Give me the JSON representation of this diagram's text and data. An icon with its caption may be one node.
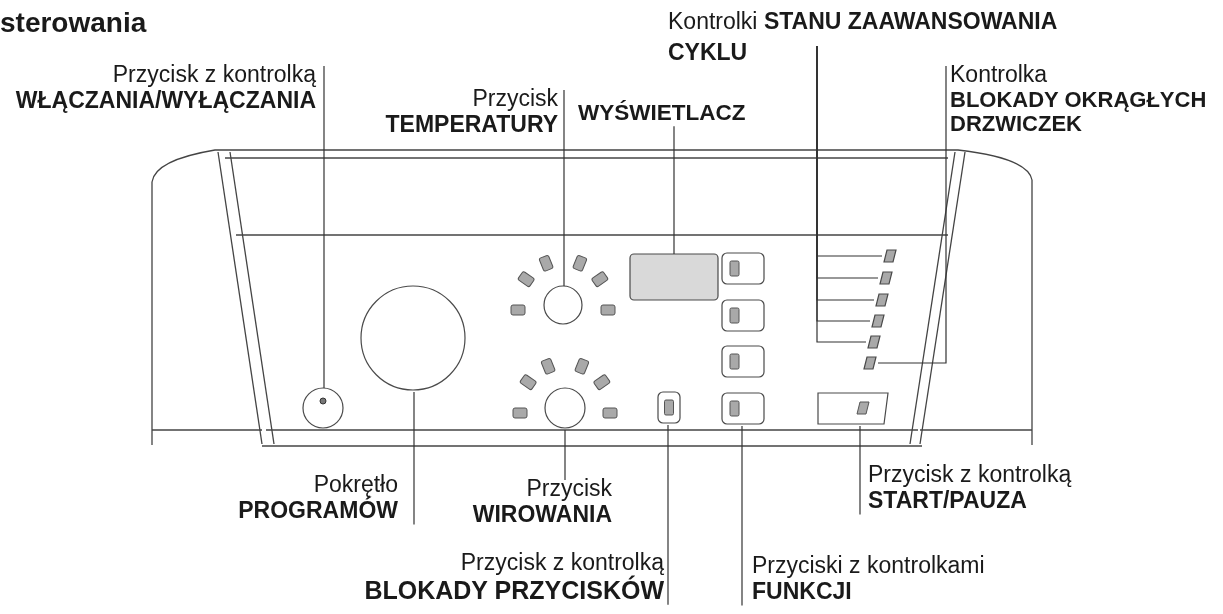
{
  "diagram": {
    "title": "sterowania",
    "nodes": [
      {
        "text": [
          "Przycisk z kontrolką",
          "WŁĄCZANIA/WYŁĄCZANIA"
        ]
      },
      {
        "text": [
          "Przycisk",
          "TEMPERATURY"
        ]
      },
      {
        "text": [
          "WYŚWIETLACZ"
        ]
      },
      {
        "text": [
          "Kontrolki **STANU ZAAWANSOWANIA CYKLU**"
        ]
      },
      {
        "text": [
          "Kontrolka",
          "BLOKADY OKRĄGŁYCH DRZWICZEK"
        ]
      },
      {
        "text": [
          "Pokrętło",
          "PROGRAMÓW"
        ]
      },
      {
        "text": [
          "Przycisk",
          "WIROWANIA"
        ]
      },
      {
        "text": [
          "Przycisk z kontrolką",
          "BLOKADY PRZYCISKÓW"
        ]
      },
      {
        "text": [
          "Przyciski z kontrolkami",
          "FUNKCJI"
        ]
      },
      {
        "text": [
          "Przycisk z kontrolką",
          "START/PAUZA"
        ]
      },
      {
        "text": [],
        "shape": "circle"
      },
      {
        "text": [],
        "shape": "circle"
      },
      {
        "text": [],
        "shape": "box"
      },
      {
        "text": [],
        "shape": "box"
      },
      {
        "text": [],
        "shape": "box"
      },
      {
        "text": [],
        "shape": "box"
      },
      {
        "text": [],
        "shape": "box"
      },
      {
        "text": [],
        "shape": "box"
      },
      {
        "text": [],
        "shape": "box"
      },
      {
        "text": [],
        "shape": "circle"
      },
      {
        "text": [],
        "shape": "circle"
      },
      {
        "text": [],
        "shape": "box"
      },
      {
        "text": [],
        "shape": "box"
      },
      {
        "text": [],
        "shape": "box"
      },
      {
        "text": [],
        "shape": "box"
      },
      {
        "text": [],
        "shape": "box"
      },
      {
        "text": [],
        "shape": "box"
      }
    ],
    "edges": [
      {
        "from": 0,
        "to": 10,
        "arrow": "none"
      },
      {
        "from": 1,
        "to": 11,
        "arrow": "none"
      },
      {
        "from": 2,
        "to": 12,
        "arrow": "none"
      },
      {
        "from": 3,
        "to": 13,
        "arrow": "none"
      },
      {
        "from": 3,
        "to": 14,
        "arrow": "none"
      },
      {
        "from": 3,
        "to": 15,
        "arrow": "none"
      },
      {
        "from": 3,
        "to": 16,
        "arrow": "none"
      },
      {
        "from": 3,
        "to": 17,
        "arrow": "none"
      },
      {
        "from": 4,
        "to": 18,
        "arrow": "none"
      },
      {
        "from": 5,
        "to": 19,
        "arrow": "none"
      },
      {
        "from": 6,
        "to": 20,
        "arrow": "none"
      },
      {
        "from": 7,
        "to": 21,
        "arrow": "none"
      },
      {
        "from": 8,
        "to": 25,
        "arrow": "none"
      },
      {
        "from": 9,
        "to": 26,
        "arrow": "none"
      }
    ]
  }
}
